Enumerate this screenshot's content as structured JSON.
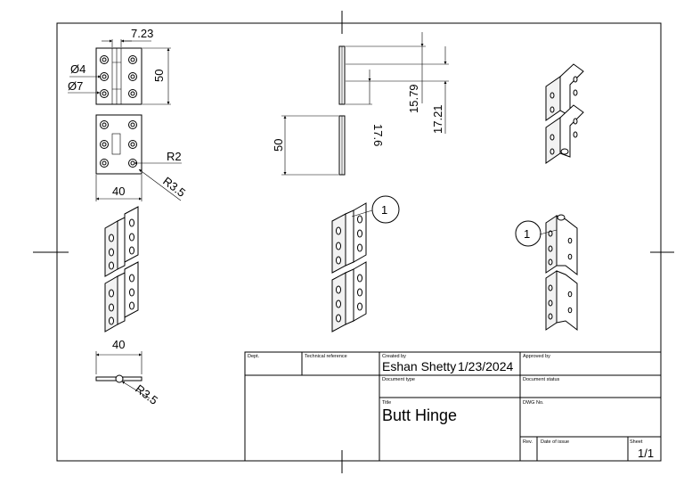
{
  "dimensions": {
    "knuckle_width": "7.23",
    "hole_dia_4": "Ø4",
    "hole_dia_7": "Ø7",
    "height_top": "50",
    "fillet_r2": "R2",
    "corner_r35": "R3.5",
    "width_front": "40",
    "width_bottom": "40",
    "pin_r35": "R3.5",
    "side_height": "50",
    "offset_1579": "15.79",
    "offset_1721": "17.21",
    "offset_176": "17.6"
  },
  "balloons": {
    "center": "1",
    "right": "1"
  },
  "title_block": {
    "dept_label": "Dept.",
    "tech_ref_label": "Technical reference",
    "created_by_label": "Created by",
    "created_by": "Eshan Shetty",
    "created_date": "1/23/2024",
    "approved_by_label": "Approved by",
    "doc_type_label": "Document type",
    "doc_status_label": "Document status",
    "title_label": "Title",
    "title": "Butt Hinge",
    "dwg_no_label": "DWG No.",
    "rev_label": "Rev.",
    "date_issue_label": "Date of issue",
    "sheet_label": "Sheet",
    "sheet": "1/1"
  }
}
